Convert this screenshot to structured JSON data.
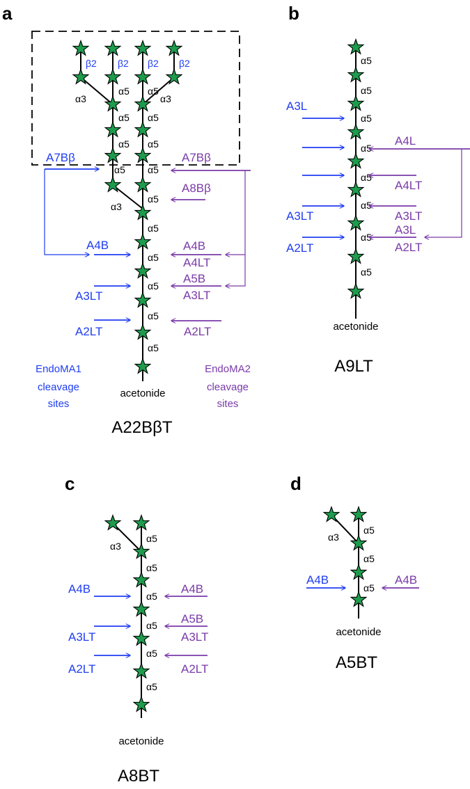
{
  "colors": {
    "endoma1": "#1f3df2",
    "endoma2": "#7a3aa8",
    "star_fill": "#1e9b4c",
    "line": "#000000",
    "text": "#000000"
  },
  "panels": {
    "a": {
      "label": "a",
      "title": "A22BβT",
      "root_label": "acetonide",
      "linkages": {
        "beta2": "β2",
        "alpha3": "α3",
        "alpha5": "α5"
      },
      "endoma1_sites": [
        "A7Bβ",
        "A4B",
        "A3LT",
        "A2LT"
      ],
      "endoma2_sites": [
        "A7Bβ",
        "A8Bβ",
        "A4B",
        "A4LT",
        "A5B",
        "A3LT",
        "A2LT"
      ],
      "endoma1_caption": [
        "EndoMA1",
        "cleavage",
        "sites"
      ],
      "endoma2_caption": [
        "EndoMA2",
        "cleavage",
        "sites"
      ]
    },
    "b": {
      "label": "b",
      "title": "A9LT",
      "root_label": "acetonide",
      "alpha5": "α5",
      "endoma1_sites": [
        "A3L",
        "A3LT",
        "A2LT"
      ],
      "endoma2_sites": [
        "A4L",
        "A4LT",
        "A3LT",
        "A3L",
        "A2LT"
      ]
    },
    "c": {
      "label": "c",
      "title": "A8BT",
      "root_label": "acetonide",
      "alpha3": "α3",
      "alpha5": "α5",
      "endoma1_sites": [
        "A4B",
        "A3LT",
        "A2LT"
      ],
      "endoma2_sites": [
        "A4B",
        "A5B",
        "A3LT",
        "A2LT"
      ]
    },
    "d": {
      "label": "d",
      "title": "A5BT",
      "root_label": "acetonide",
      "alpha3": "α3",
      "alpha5": "α5",
      "endoma1_sites": [
        "A4B"
      ],
      "endoma2_sites": [
        "A4B"
      ]
    }
  }
}
